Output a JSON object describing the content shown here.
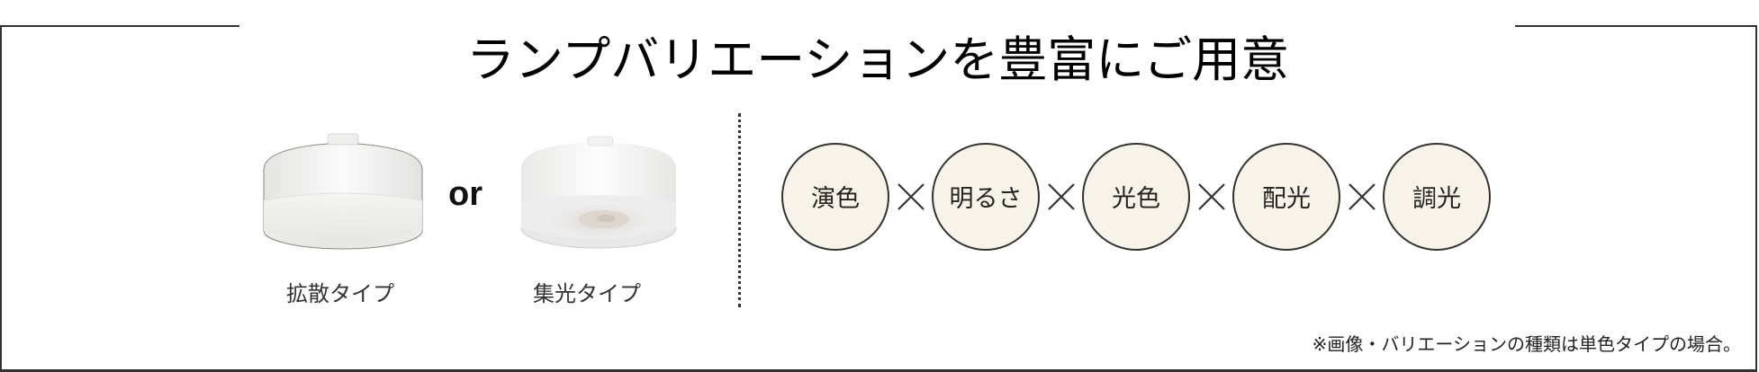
{
  "title": "ランプバリエーションを豊富にご用意",
  "lamps": [
    {
      "label": "拡散タイプ",
      "type": "diffuse"
    },
    {
      "label": "集光タイプ",
      "type": "spot"
    }
  ],
  "or_text": "or",
  "features": [
    {
      "label": "演色"
    },
    {
      "label": "明るさ"
    },
    {
      "label": "光色"
    },
    {
      "label": "配光"
    },
    {
      "label": "調光"
    }
  ],
  "multiplier_symbol": "×",
  "note": "※画像・バリエーションの種類は単色タイプの場合。",
  "colors": {
    "circle_fill": "#f7f3e9",
    "circle_border": "#333333",
    "frame": "#333333",
    "text": "#222222"
  }
}
